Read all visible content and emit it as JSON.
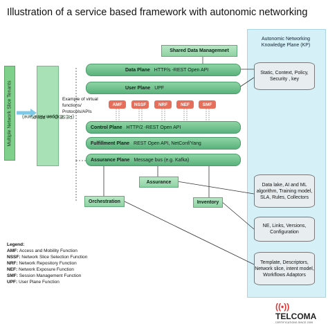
{
  "title": "Illustration of a service based framework with autonomic networking",
  "tenants_label": "Multiple Network Slice Tenants",
  "expose_plane": [
    "Expose Plane",
    "(REST Open API Plane)"
  ],
  "planes": {
    "data": {
      "name": "Data Plane",
      "desc": "HTTP/s -REST Open API"
    },
    "user": {
      "name": "User Plane",
      "desc": "UPF"
    },
    "control": {
      "name": "Control Plane",
      "desc": "HTTP/2 -REST Open API"
    },
    "fulfillment": {
      "name": "Fulfillment Plane",
      "desc": "REST Open API, NetConf/Yang"
    },
    "assurance": {
      "name": "Assurance Plane",
      "desc": "Message bus (e.g. Kafka)"
    }
  },
  "shared_data": "Shared Data Managemnet",
  "vf_note": "Example of virtual functions/ Protocols/APIs",
  "functions": [
    "AMF",
    "NSSF",
    "NRF",
    "NEF",
    "SMF"
  ],
  "boxes": {
    "assurance": "Assurance",
    "orchestration": "Orchestration",
    "inventory": "Inventory"
  },
  "knowledge_plane": {
    "title": "Autonomic Networking",
    "subtitle": "Knowledge Plane (KP)",
    "stores": [
      "Static, Context, Policy, Security , key",
      "Data lake, AI and ML algorithm, Training model, SLA, Rules, Collectors",
      "NE, Links, Versions, Configuration",
      "Template, Descriptors, Network slice, intent model, Workflows Adaptors"
    ]
  },
  "legend": {
    "title": "Legend:",
    "items": [
      {
        "abbr": "AMF:",
        "text": " Access and Mobility Function"
      },
      {
        "abbr": "NSSF:",
        "text": " Network Slice Selection Function"
      },
      {
        "abbr": "NRF:",
        "text": " Network Repository Function"
      },
      {
        "abbr": "NEF:",
        "text": " Network Exposure Function"
      },
      {
        "abbr": "SMF:",
        "text": " Session Management Function"
      },
      {
        "abbr": "UPF:",
        "text": " User Plane Function"
      }
    ]
  },
  "logo": {
    "name": "TELCOMA",
    "tagline": "CERTIFICATIONS SINCE 2009"
  },
  "colors": {
    "plane": "#5ab27d",
    "function": "#e56f5a",
    "knowledge_plane": "#d6f0f8",
    "tenants": "#7fd08a"
  }
}
